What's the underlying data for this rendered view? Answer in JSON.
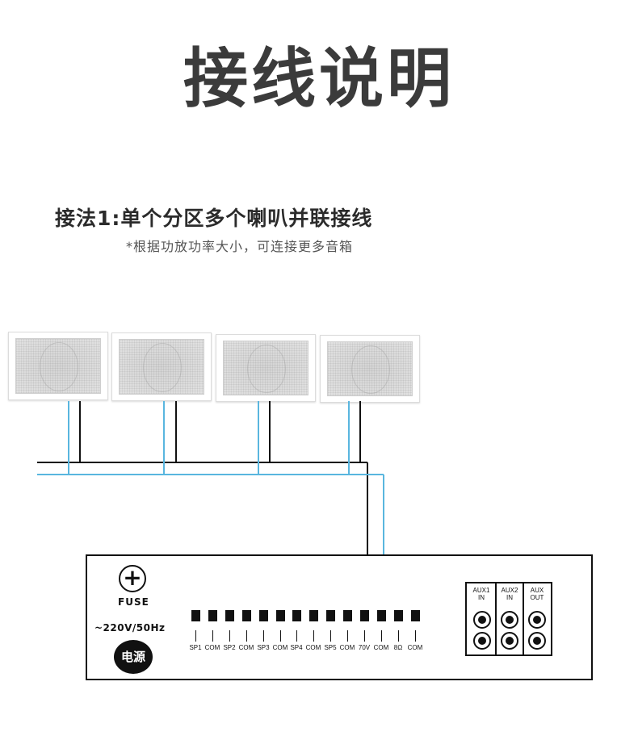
{
  "heading": {
    "title": "接线说明",
    "method": "接法1:单个分区多个喇叭并联接线",
    "note": "*根据功放功率大小，可连接更多音箱"
  },
  "speakers": [
    {
      "name": "speaker-1"
    },
    {
      "name": "speaker-2"
    },
    {
      "name": "speaker-3"
    },
    {
      "name": "speaker-4"
    }
  ],
  "wire_colors": {
    "signal": "#59b6df",
    "common": "#111111"
  },
  "amplifier": {
    "fuse_symbol": "+",
    "fuse_label": "FUSE",
    "voltage": "~220V/50Hz",
    "power_label": "电源",
    "terminals": [
      "SP1",
      "COM",
      "SP2",
      "COM",
      "SP3",
      "COM",
      "SP4",
      "COM",
      "SP5",
      "COM",
      "70V",
      "COM",
      "8Ω",
      "COM"
    ],
    "aux": [
      {
        "line1": "AUX1",
        "line2": "IN"
      },
      {
        "line1": "AUX2",
        "line2": "IN"
      },
      {
        "line1": "AUX",
        "line2": "OUT"
      }
    ]
  }
}
